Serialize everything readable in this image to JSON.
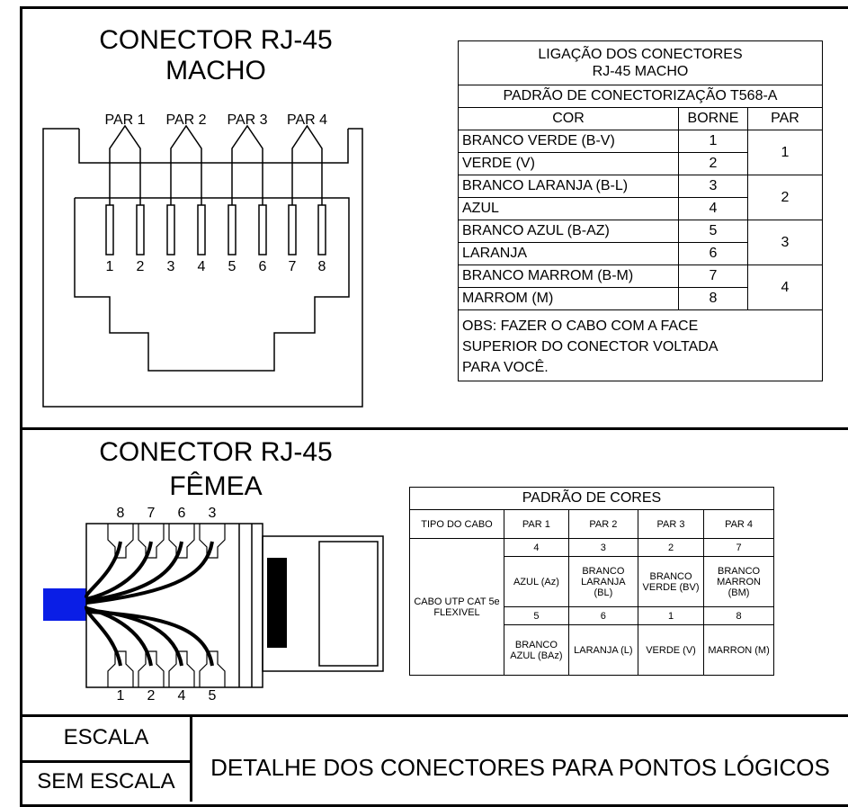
{
  "male": {
    "title_line1": "CONECTOR RJ-45",
    "title_line2": "MACHO",
    "pairs": [
      "PAR 1",
      "PAR 2",
      "PAR 3",
      "PAR 4"
    ],
    "pins": [
      "1",
      "2",
      "3",
      "4",
      "5",
      "6",
      "7",
      "8"
    ]
  },
  "male_table": {
    "title_line1": "LIGAÇÃO DOS CONECTORES",
    "title_line2": "RJ-45 MACHO",
    "standard": "PADRÃO DE CONECTORIZAÇÃO T568-A",
    "headers": [
      "COR",
      "BORNE",
      "PAR"
    ],
    "rows": [
      {
        "cor": "BRANCO VERDE (B-V)",
        "borne": "1"
      },
      {
        "cor": "VERDE (V)",
        "borne": "2"
      },
      {
        "cor": "BRANCO LARANJA (B-L)",
        "borne": "3"
      },
      {
        "cor": "AZUL",
        "borne": "4"
      },
      {
        "cor": "BRANCO AZUL (B-AZ)",
        "borne": "5"
      },
      {
        "cor": "LARANJA",
        "borne": "6"
      },
      {
        "cor": "BRANCO MARROM (B-M)",
        "borne": "7"
      },
      {
        "cor": "MARROM (M)",
        "borne": "8"
      }
    ],
    "pairs": [
      "1",
      "2",
      "3",
      "4"
    ],
    "obs_line1": "OBS: FAZER O CABO COM A FACE",
    "obs_line2": "SUPERIOR DO CONECTOR VOLTADA",
    "obs_line3": "PARA VOCÊ."
  },
  "female": {
    "title_line1": "CONECTOR RJ-45",
    "title_line2": "FÊMEA",
    "top_pins": [
      "8",
      "7",
      "6",
      "3"
    ],
    "bottom_pins": [
      "1",
      "2",
      "4",
      "5"
    ],
    "cable_color": "#0a1ee6"
  },
  "colors_table": {
    "title": "PADRÃO DE CORES",
    "cable_type_header": "TIPO DO CABO",
    "pair_headers": [
      "PAR 1",
      "PAR 2",
      "PAR 3",
      "PAR 4"
    ],
    "cable_name": "CABO UTP CAT 5e FLEXIVEL",
    "row1_nums": [
      "4",
      "3",
      "2",
      "7"
    ],
    "row1_colors": [
      "AZUL (Az)",
      "BRANCO LARANJA (BL)",
      "BRANCO VERDE (BV)",
      "BRANCO MARRON (BM)"
    ],
    "row2_nums": [
      "5",
      "6",
      "1",
      "8"
    ],
    "row2_colors": [
      "BRANCO AZUL (BAz)",
      "LARANJA (L)",
      "VERDE (V)",
      "MARRON (M)"
    ]
  },
  "footer": {
    "scale_label": "ESCALA",
    "scale_value": "SEM ESCALA",
    "title": "DETALHE DOS CONECTORES PARA PONTOS LÓGICOS"
  }
}
